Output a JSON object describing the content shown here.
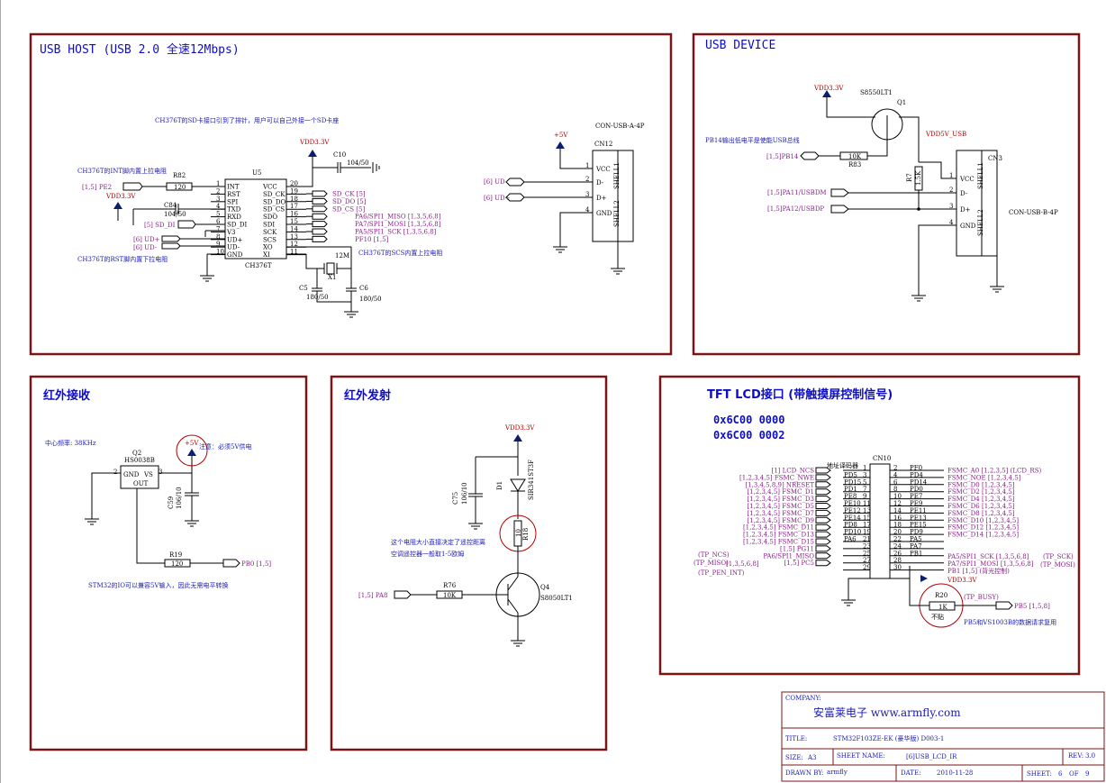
{
  "sections": {
    "usb_host": {
      "title": "USB HOST (USB 2.0 全速12Mbps)"
    },
    "usb_device": {
      "title": "USB DEVICE"
    },
    "ir_receive": {
      "title": "红外接收"
    },
    "ir_send": {
      "title": "红外发射"
    },
    "tft": {
      "title": "TFT LCD接口 (带触摸屏控制信号)",
      "addr1": "0x6C00 0000",
      "addr2": "0x6C00 0002"
    }
  },
  "host": {
    "note_top": "CH376T的SD卡接口引到了排针，用户可以自己外接一个SD卡座",
    "note_int": "CH376T的INT脚内置上拉电阻",
    "note_rst": "CH376T的RST脚内置下拉电阻",
    "note_scs": "CH376T的SCS内置上拉电阻",
    "vdd1": "VDD3.3V",
    "vdd2": "VDD3.3V",
    "p5v": "+5V",
    "pe2": "[1,5] PE2",
    "sd_di": "[5] SD_DI",
    "ud_plus": "[6] UD+",
    "ud_minus": "[6] UD-",
    "r82": "R82",
    "r82v": "120",
    "c84": "C84",
    "c84v": "104/50",
    "c10": "C10",
    "c10v": "104/50",
    "u5": "U5",
    "chip": "CH376T",
    "pins_left": [
      "INT",
      "RST",
      "SPI",
      "TXD",
      "RXD",
      "SD_DI",
      "V3",
      "UD+",
      "UD-",
      "GND"
    ],
    "pins_left_num": [
      "1",
      "2",
      "3",
      "4",
      "5",
      "6",
      "7",
      "8",
      "9",
      "10"
    ],
    "pins_right": [
      "VCC",
      "SD_CK",
      "SD_DO",
      "SD_CS",
      "SDO",
      "SDI",
      "SCK",
      "SCS",
      "XO",
      "XI"
    ],
    "pins_right_num": [
      "20",
      "19",
      "18",
      "17",
      "16",
      "15",
      "14",
      "13",
      "12",
      "11"
    ],
    "sig_right": [
      "SD_CK  [5]",
      "SD_DO  [5]",
      "SD_CS  [5]",
      "PA6/SPI1_MISO [1,3,5,6,8]",
      "PA7/SPI1_MOSI [1,3,5,6,8]",
      "PA5/SPI1_SCK  [1,3,5,6,8]",
      "PF10   [1,5]"
    ],
    "x1": "X1",
    "x1v": "12M",
    "c5": "C5",
    "c5v": "180/50",
    "c6": "C6",
    "c6v": "180/50",
    "conn_label": "CON-USB-A-4P",
    "cn12": "CN12",
    "conn_pins": [
      "VCC",
      "D-",
      "D+",
      "GND"
    ],
    "conn_nums": [
      "1",
      "2",
      "3",
      "4"
    ],
    "shell1": "SHELL1",
    "shell2": "SHELL2",
    "ud_minus2": "[6] UD-",
    "ud_plus2": "[6] UD+"
  },
  "device": {
    "vdd": "VDD3.3V",
    "q1": "Q1",
    "q1part": "S8550LT1",
    "note": "PB14输出低电平是使能USB总线",
    "pb14": "[1,5]PB14",
    "r83": "R83",
    "r83v": "10K",
    "vdd5": "VDD5V_USB",
    "r7": "R7",
    "r7v": "1.5K",
    "pa11": "[1,5]PA11/USBDM",
    "pa12": "[1,5]PA12/USBDP",
    "cn3": "CN3",
    "conn_label": "CON-USB-B-4P",
    "conn_pins": [
      "VCC",
      "D-",
      "D+",
      "GND"
    ],
    "conn_nums": [
      "1",
      "2",
      "3",
      "4"
    ],
    "shell1": "SHELL1",
    "shell2": "SHELL2"
  },
  "ir_rx": {
    "freq": "中心频率: 38KHz",
    "q2": "Q2",
    "part": "HS0038B",
    "gnd": "GND",
    "vs": "VS",
    "out": "OUT",
    "p5v": "+5V",
    "note5v": "注意：必须5V供电",
    "c59": "C59",
    "c59v": "106/10",
    "r19": "R19",
    "r19v": "120",
    "pb0": "PB0 [1,5]",
    "note": "STM32的IO可以兼容5V输入，因此无需电平转换"
  },
  "ir_tx": {
    "vdd": "VDD3.3V",
    "c75": "C75",
    "c75v": "106/10",
    "d1": "D1",
    "d1part": "SIR341ST3F",
    "r18": "R18",
    "r18v": "10",
    "note1": "这个电阻大小直接决定了遥控距离",
    "note2": "空调遥控器一般取1-5欧姆",
    "pa8": "[1,5] PA8",
    "r76": "R76",
    "r76v": "10K",
    "q4": "Q4",
    "q4part": "S8050LT1"
  },
  "tft_block": {
    "cn10": "CN10",
    "addr_decoder": "地址译码器",
    "left_signals": [
      "[1] LCD_NCS",
      "[1,2,3,4,5]  FSMC_NWE",
      "[1,3,4,5,8,9] NRESET",
      "[1,2,3,4,5]  FSMC_D1",
      "[1,2,3,4,5]  FSMC_D3",
      "[1,2,3,4,5]  FSMC_D5",
      "[1,2,3,4,5]  FSMC_D7",
      "[1,2,3,4,5]  FSMC_D9",
      "[1,2,3,4,5]  FSMC_D11",
      "[1,2,3,4,5]  FSMC_D13",
      "[1,2,3,4,5]  FSMC_D15",
      "[1,5]  PG11",
      "PA6/SPI1_MISO",
      "[1,5] PC5"
    ],
    "left_pins": [
      "PD5",
      "PD15",
      "PD1",
      "PE8",
      "PE10",
      "PE12",
      "PE14",
      "PD8",
      "PD10",
      "PA6"
    ],
    "left_nums": [
      "1",
      "3",
      "5",
      "7",
      "9",
      "11",
      "13",
      "15",
      "17",
      "19",
      "21",
      "23",
      "25",
      "27",
      "29"
    ],
    "right_nums": [
      "2",
      "4",
      "6",
      "8",
      "10",
      "12",
      "14",
      "16",
      "18",
      "20",
      "22",
      "24",
      "26",
      "28",
      "30"
    ],
    "right_pins": [
      "PF0",
      "PD4",
      "PD14",
      "PD0",
      "PE7",
      "PE9",
      "PE11",
      "PE13",
      "PE15",
      "PD9",
      "PA5",
      "PA7",
      "PB1"
    ],
    "right_signals": [
      "FSMC_A0  [1,2,3,5] (LCD_RS)",
      "FSMC_NOE  [1,2,3,4,5]",
      "FSMC_D0  [1,2,3,4,5]",
      "FSMC_D2  [1,2,3,4,5]",
      "FSMC_D4  [1,2,3,4,5]",
      "FSMC_D6  [1,2,3,4,5]",
      "FSMC_D8  [1,2,3,4,5]",
      "FSMC_D10  [1,2,3,4,5]",
      "FSMC_D12  [1,2,3,4,5]",
      "FSMC_D14  [1,2,3,4,5]"
    ],
    "spi_sck": "PA5/SPI1_SCK  [1,3,5,6,8]",
    "spi_mosi": "PA7/SPI1_MOSI [1,3,5,6,8]",
    "pb1": "PB1  [1,5]  (背光控制)",
    "tp_sck": "(TP_SCK)",
    "tp_mosi": "(TP_MOSI)",
    "tp_ncs": "(TP_NCS)",
    "tp_miso": "(TP_MISO)",
    "tp_miso_ref": "[1,3,5,6,8]",
    "tp_pen": "(TP_PEN_INT)",
    "vdd": "VDD3.3V",
    "r20": "R20",
    "r20v": "1K",
    "nofit": "不贴",
    "tp_busy": "(TP_BUSY)",
    "pb5": "PB5 [1,5,8]",
    "note": "PB5和VS1003B的数据请求复用"
  },
  "titleblock": {
    "company_label": "COMPANY:",
    "company": "安富莱电子 www.armfly.com",
    "title_label": "TITLE:",
    "title": "STM32F103ZE-EK (豪华版) D003-1",
    "size_label": "SIZE:",
    "size": "A3",
    "sheet_name_label": "SHEET NAME:",
    "sheet_name": "[6]USB_LCD_IR",
    "rev_label": "REV:",
    "rev": "3.0",
    "drawn_label": "DRAWN BY:",
    "drawn": "armfly",
    "date_label": "DATE:",
    "date": "2010-11-28",
    "sheet_label": "SHEET:",
    "sheet": "6",
    "of": "OF",
    "total": "9"
  }
}
